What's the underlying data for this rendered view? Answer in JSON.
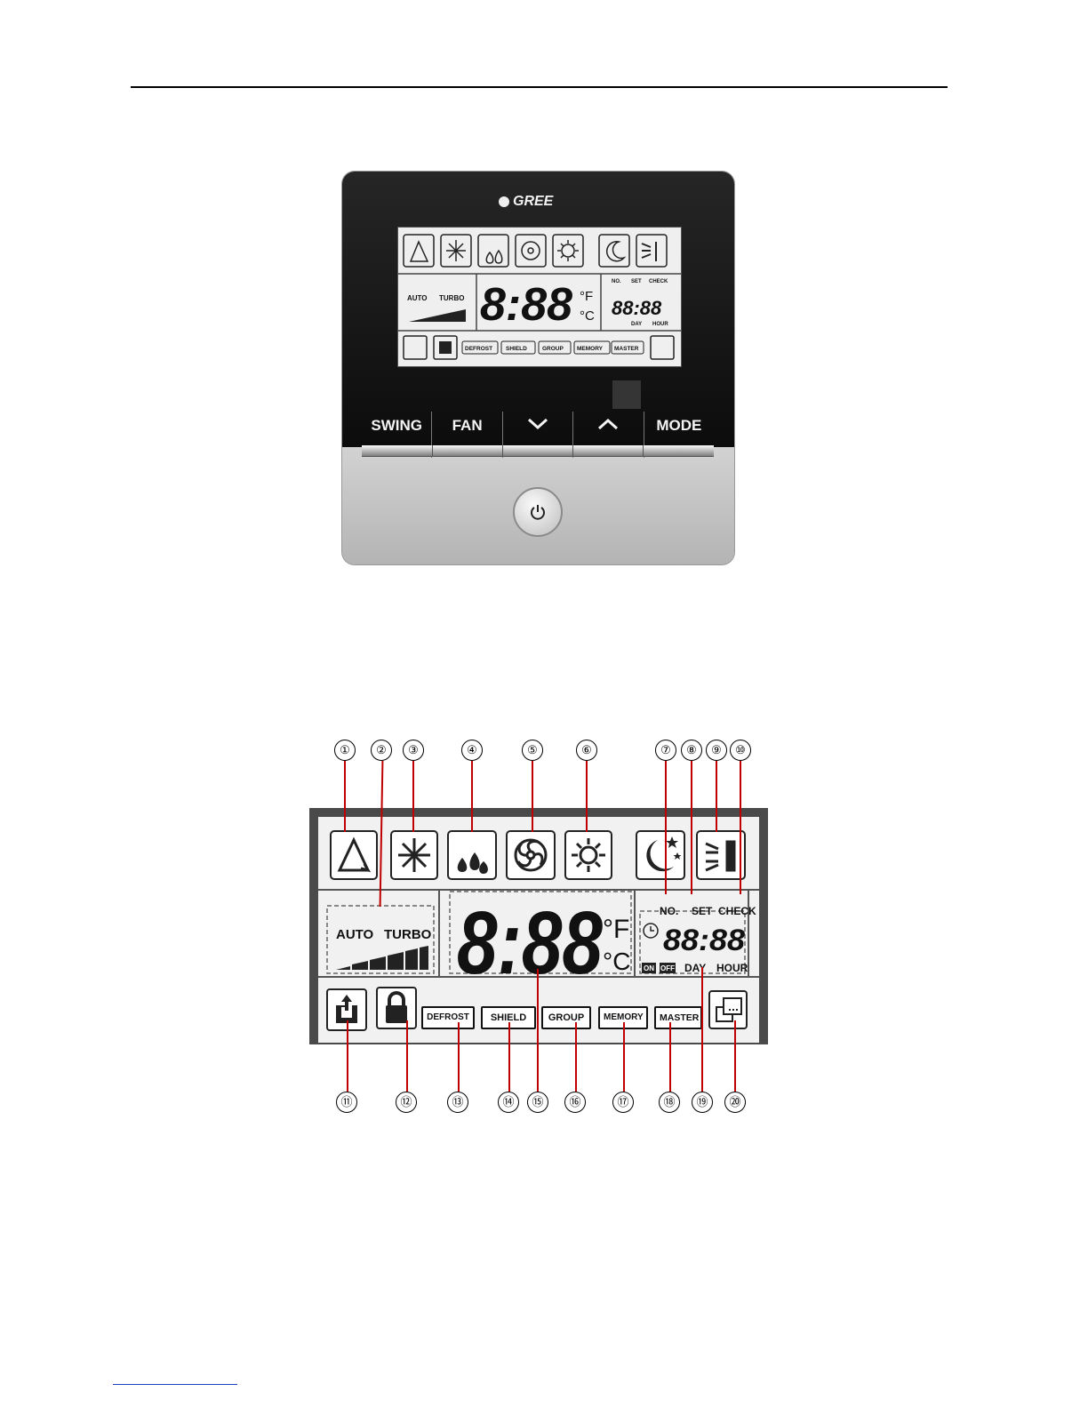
{
  "remote": {
    "brand": "GREE",
    "lcd_small": {
      "labels": [
        "AUTO",
        "TURBO",
        "NO.",
        "SET",
        "CHECK",
        "DAY",
        "HOUR"
      ],
      "buttons": [
        "DEFROST",
        "SHIELD",
        "GROUP",
        "MEMORY",
        "MASTER"
      ]
    },
    "buttons": [
      {
        "label": "SWING"
      },
      {
        "label": "FAN"
      },
      {
        "label": ""
      },
      {
        "label": ""
      },
      {
        "label": "MODE"
      }
    ]
  },
  "lcd": {
    "icons": [
      "auto-mode-icon",
      "snowflake-icon",
      "drop-icon",
      "fan-icon",
      "sun-icon",
      "moon-sleep-icon",
      "swing-icon"
    ],
    "fan_speed": {
      "auto_label": "AUTO",
      "turbo_label": "TURBO"
    },
    "temperature": {
      "digits": "8:88",
      "unit_f": "°F",
      "unit_c": "°C"
    },
    "timer": {
      "no_label": "NO.",
      "set_label": "SET",
      "check_label": "CHECK",
      "digits": "88:88",
      "on_label": "ON",
      "off_label": "OFF",
      "day_label": "DAY",
      "hour_label": "HOUR"
    },
    "bottom_buttons": [
      "DEFROST",
      "SHIELD",
      "GROUP",
      "MEMORY",
      "MASTER"
    ]
  },
  "callouts": [
    "①",
    "②",
    "③",
    "④",
    "⑤",
    "⑥",
    "⑦",
    "⑧",
    "⑨",
    "⑩",
    "⑪",
    "⑫",
    "⑬",
    "⑭",
    "⑮",
    "⑯",
    "⑰",
    "⑱",
    "⑲",
    "⑳"
  ]
}
